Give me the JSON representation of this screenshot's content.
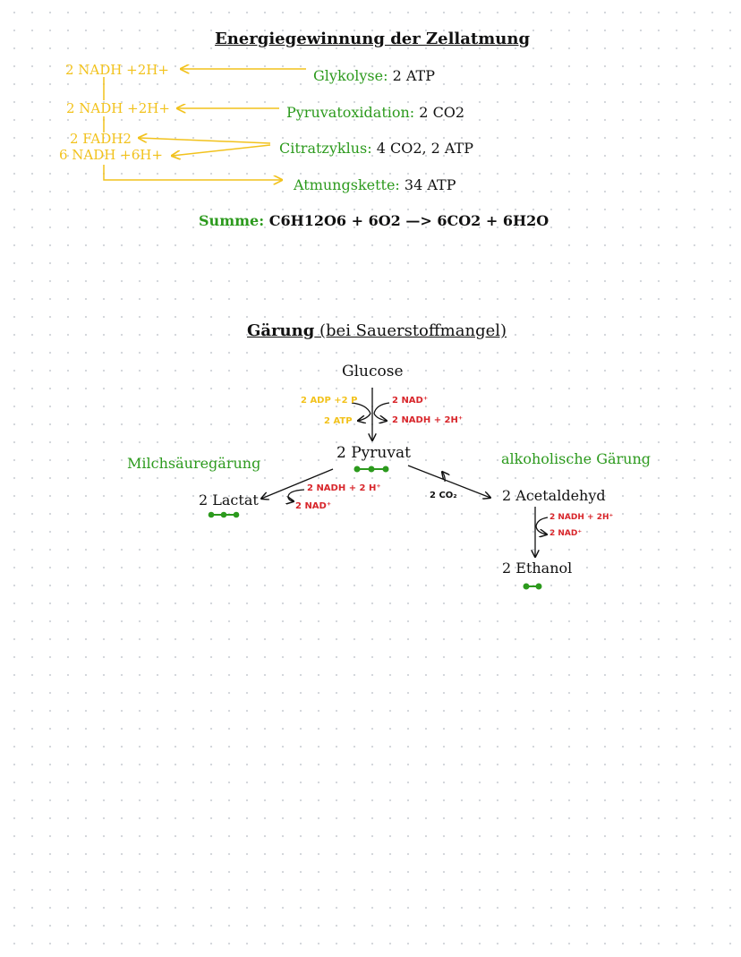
{
  "section1": {
    "title": "Energiegewinnung der Zellatmung",
    "left_products": [
      "2 NADH +2H+",
      "2 NADH +2H+",
      "2 FADH2",
      "6 NADH +6H+"
    ],
    "steps": [
      {
        "name": "Glykolyse:",
        "value": "2 ATP"
      },
      {
        "name": "Pyruvatoxidation:",
        "value": "2 CO2"
      },
      {
        "name": "Citratzyklus:",
        "value": "4 CO2, 2 ATP"
      },
      {
        "name": "Atmungskette:",
        "value": "34 ATP"
      }
    ],
    "sum_label": "Summe:",
    "sum_equation": "C6H12O6 + 6O2 —> 6CO2 + 6H2O"
  },
  "section2": {
    "title_main": "Gärung",
    "title_sub": " (bei Sauerstoffmangel)",
    "glucose": "Glucose",
    "adp": "2 ADP +2 P",
    "atp": "2 ATP",
    "nad_top": "2 NAD⁺",
    "nadh_top": "2 NADH + 2H⁺",
    "pyruvat": "2 Pyruvat",
    "milch": "Milchsäuregärung",
    "alkohol": "alkoholische Gärung",
    "lactat": "2 Lactat",
    "nadh_left": "2 NADH + 2 H⁺",
    "nad_left": "2 NAD⁺",
    "co2": "2 CO₂",
    "acetaldehyd": "2 Acetaldehyd",
    "nadh_right": "2 NADH + 2H⁺",
    "nad_right": "2 NAD⁺",
    "ethanol": "2 Ethanol"
  },
  "colors": {
    "green": "#2c9a1d",
    "yellow": "#f2c21c",
    "red": "#d8262b",
    "black": "#111111"
  }
}
